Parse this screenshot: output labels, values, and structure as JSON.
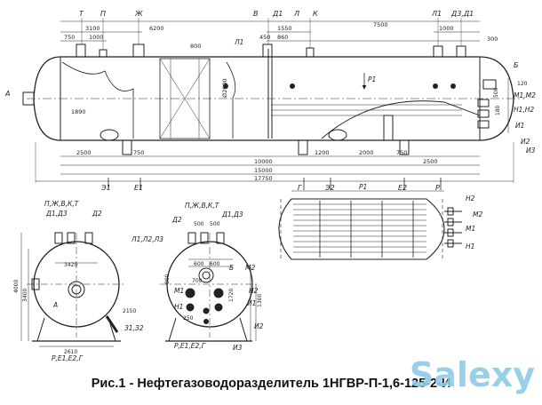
{
  "drawing": {
    "top_view": {
      "nozzle_letters": [
        "Т",
        "П",
        "Ж",
        "В",
        "Д1",
        "Л",
        "К",
        "Л1",
        "Д3,Д1",
        "Б",
        "А"
      ],
      "dims_top": [
        "3100",
        "750",
        "1000",
        "6200",
        "800",
        "1550",
        "860",
        "450",
        "7500",
        "1000",
        "300",
        "Ø2000"
      ],
      "dims_bottom": [
        "2500",
        "750",
        "1200",
        "2000",
        "750",
        "2500",
        "10000",
        "15000",
        "17750"
      ],
      "right_dims": [
        "120",
        "500",
        "180",
        "М1,М2",
        "Н1,Н2",
        "И1",
        "И2",
        "И3"
      ],
      "labels_bottom": [
        "Э1",
        "Е1",
        "Г",
        "Э2",
        "Е2",
        "Р"
      ],
      "misc": [
        "1890",
        "Р1",
        "Л1"
      ]
    },
    "left_end_view": {
      "labels": [
        "П,Ж,В,К,Т",
        "Д1,Д3",
        "Д2",
        "Л1,Л2,Л3",
        "А",
        "3420",
        "4000",
        "3400",
        "2610",
        "2150",
        "З1,З2",
        "Р,Е1,Е2,Г"
      ]
    },
    "right_end_view": {
      "labels": [
        "П,Ж,В,К,Т",
        "Д2",
        "Д1,Д3",
        "500",
        "500",
        "600",
        "600",
        "Б",
        "М2",
        "М1",
        "700",
        "Н2",
        "Н1",
        "И1",
        "250",
        "И2",
        "И3",
        "1720",
        "1300",
        "Р,Е1,Е2,Г",
        "800"
      ]
    },
    "bundle_view": {
      "labels": [
        "Р1",
        "Н2",
        "М2",
        "М1",
        "Н1"
      ]
    }
  },
  "caption": "Рис.1 - Нефтегазоводоразделитель 1НГВР-П-1,6-125-2-И",
  "watermark": "Salexy"
}
